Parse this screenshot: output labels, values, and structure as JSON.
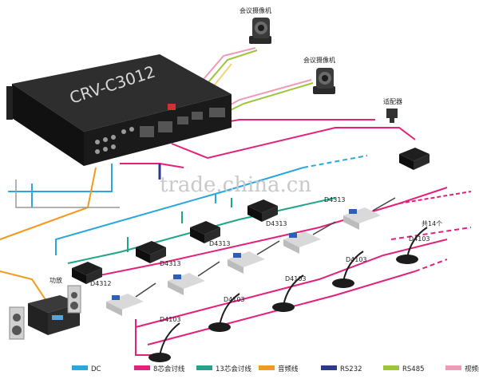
{
  "device": {
    "model": "CRV-C3012"
  },
  "cameras": [
    {
      "label": "会议摄像机"
    },
    {
      "label": "会议摄像机"
    }
  ],
  "adapter": {
    "label": "适配器"
  },
  "amplifier": {
    "label": "功放"
  },
  "watermark": "trade.china.cn",
  "unit_labels": [
    "D4313",
    "D4313",
    "D4313",
    "D4313",
    "D4312",
    "D4103",
    "D4103",
    "D4103",
    "D4103",
    "D4103"
  ],
  "count_label": "共14个",
  "legend": [
    {
      "label": "DC",
      "color": "#2aa6e0"
    },
    {
      "label": "8芯会讨线",
      "color": "#e4207a"
    },
    {
      "label": "13芯会讨线",
      "color": "#1fa58a"
    },
    {
      "label": "音频线",
      "color": "#f39a1e"
    },
    {
      "label": "RS232",
      "color": "#2b3a8f"
    },
    {
      "label": "RS485",
      "color": "#9cc53a"
    },
    {
      "label": "视频线",
      "color": "#f09ab8"
    }
  ]
}
